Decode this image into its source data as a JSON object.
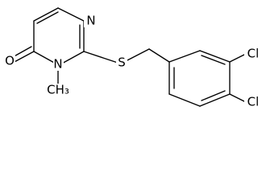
{
  "molecule": {
    "atoms": {
      "nitrogen_top": "N",
      "oxygen": "O",
      "nitrogen_bottom": "N",
      "methyl": "CH₃",
      "sulfur": "S",
      "chlorine_top": "Cl",
      "chlorine_bottom": "Cl"
    }
  },
  "colors": {
    "ink": "#000000",
    "background": "#ffffff"
  }
}
